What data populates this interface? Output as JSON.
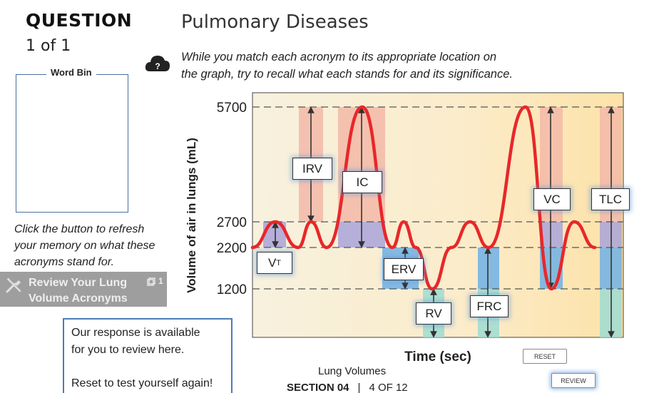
{
  "question": {
    "title": "QUESTION",
    "count": "1 of 1"
  },
  "word_bin": {
    "label": "Word Bin"
  },
  "hint": {
    "text": "Click the button to refresh your memory on what these acronyms stand for."
  },
  "review_button": {
    "line1": "Review Your Lung",
    "line2": "Volume Acronyms",
    "count": "1",
    "icon": "tools-icon",
    "count_icon": "window-icon"
  },
  "help_icon": {
    "icon": "cloud-question-icon",
    "glyph": "?"
  },
  "page": {
    "title": "Pulmonary Diseases",
    "instructions_line1": "While you match each acronym to its appropriate location on",
    "instructions_line2": "the graph, try to recall what each stands for and its significance."
  },
  "chart_data": {
    "type": "line",
    "title": "",
    "xlabel": "Time (sec)",
    "ylabel": "Volume of air in lungs (mL)",
    "y_ticks": [
      "5700",
      "2700",
      "2200",
      "1200"
    ],
    "reference_lines": [
      5700,
      2700,
      2200,
      1200
    ],
    "series": [
      {
        "values": [
          2200,
          2700,
          2200,
          2700,
          2200,
          5700,
          2200,
          2700,
          2200,
          1200,
          2200,
          2700,
          2200,
          5700,
          1200,
          2700,
          2200
        ]
      }
    ],
    "colors": {
      "curve": "#e8272a",
      "inspiratory": "#f3b9a8",
      "tidal": "#a9a3d9",
      "expiratory": "#6fb0e6",
      "residual": "#9fdcd2"
    },
    "labels": [
      {
        "text": "IRV"
      },
      {
        "text": "IC"
      },
      {
        "text": "V",
        "sub": "T"
      },
      {
        "text": "ERV"
      },
      {
        "text": "RV"
      },
      {
        "text": "FRC"
      },
      {
        "text": "VC"
      },
      {
        "text": "TLC"
      }
    ]
  },
  "response": {
    "line1": "Our response is available",
    "line2": "for you to review here.",
    "line3": "Reset to test yourself again!"
  },
  "buttons": {
    "reset": "RESET",
    "review": "REVIEW"
  },
  "footer": {
    "topic": "Lung Volumes",
    "section": "SECTION 04",
    "separator": "|",
    "page": "4 OF 12"
  }
}
